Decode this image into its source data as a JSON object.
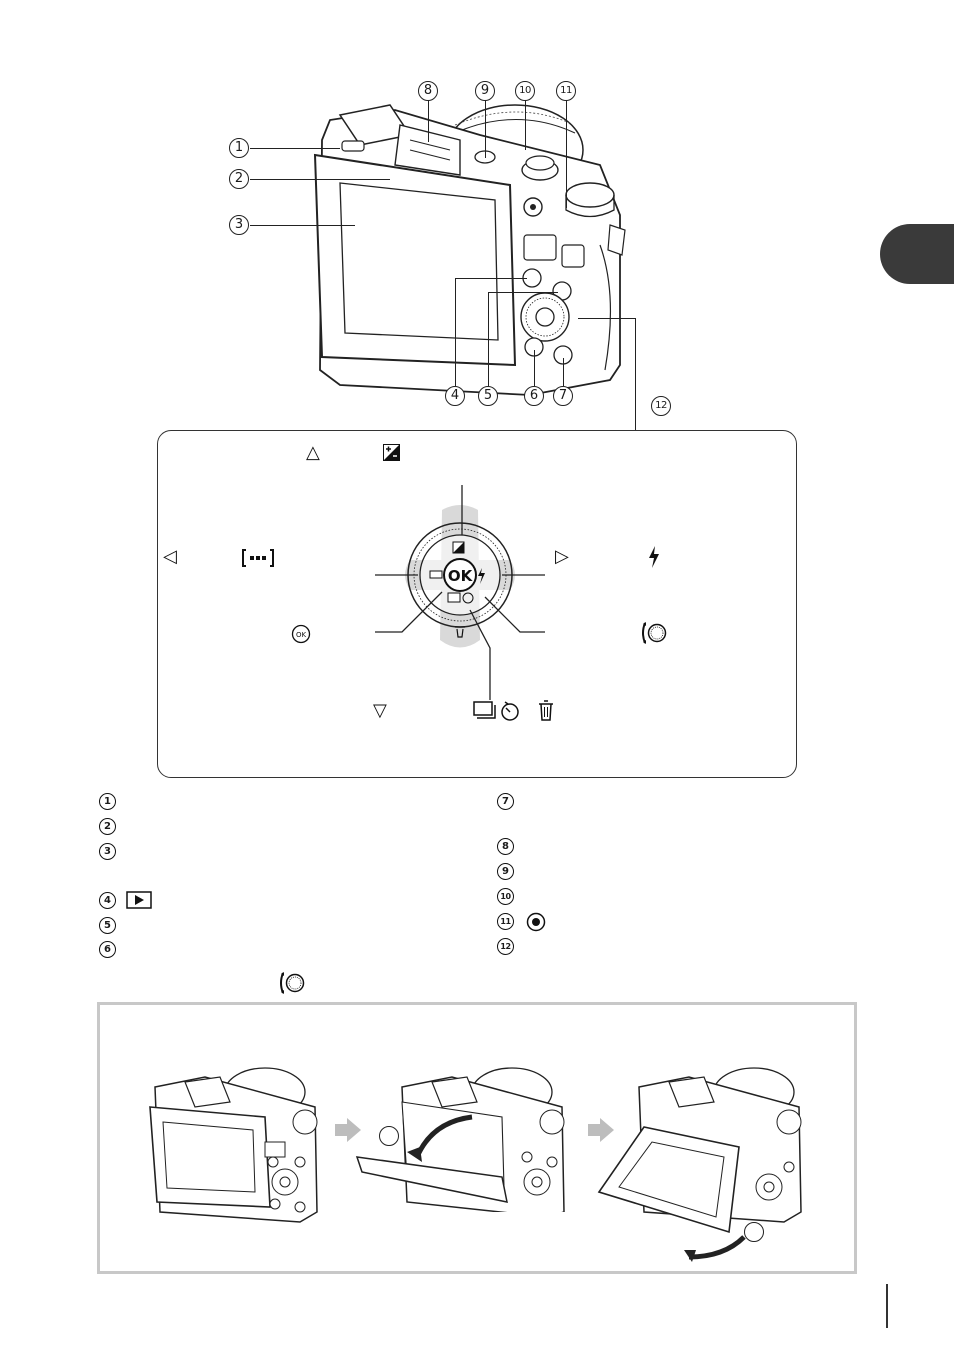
{
  "diagram_callouts": {
    "top": [
      "8",
      "9",
      "10",
      "11"
    ],
    "left": [
      "1",
      "2",
      "3"
    ],
    "bottom": [
      "4",
      "5",
      "6",
      "7"
    ],
    "right": "12"
  },
  "dial": {
    "up_arrow": "△",
    "down_arrow": "▽",
    "left_arrow": "◁",
    "right_arrow": "▷",
    "center_label": "OK"
  },
  "legend": {
    "left": [
      {
        "num": "1"
      },
      {
        "num": "2"
      },
      {
        "num": "3"
      },
      {
        "num": "4",
        "icon": "playback-icon"
      },
      {
        "num": "5"
      },
      {
        "num": "6"
      }
    ],
    "right": [
      {
        "num": "7"
      },
      {
        "num": "8"
      },
      {
        "num": "9"
      },
      {
        "num": "10"
      },
      {
        "num": "11",
        "icon": "record-icon"
      },
      {
        "num": "12"
      }
    ]
  },
  "monitor_panel": {
    "step_labels": [
      "",
      ""
    ]
  },
  "colors": {
    "tab": "#3a3a3a",
    "panel_border": "#c8c8c8",
    "dial_highlight": "#d9d9d9"
  }
}
